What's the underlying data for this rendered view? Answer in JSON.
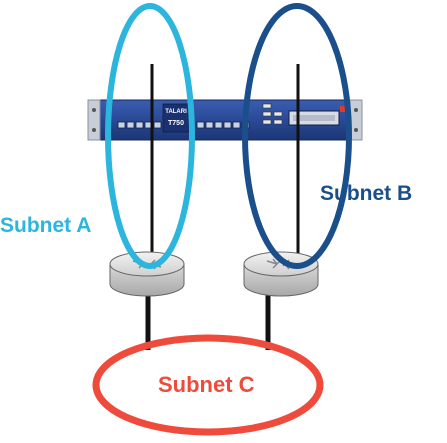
{
  "subnets": {
    "a": {
      "label": "Subnet A",
      "color": "#2cb5dd"
    },
    "b": {
      "label": "Subnet B",
      "color": "#1b4f8c"
    },
    "c": {
      "label": "Subnet C",
      "color": "#ef4b3c"
    }
  },
  "appliance": {
    "brand": "TALARI",
    "model": "T750",
    "color": "#2a4a96"
  }
}
